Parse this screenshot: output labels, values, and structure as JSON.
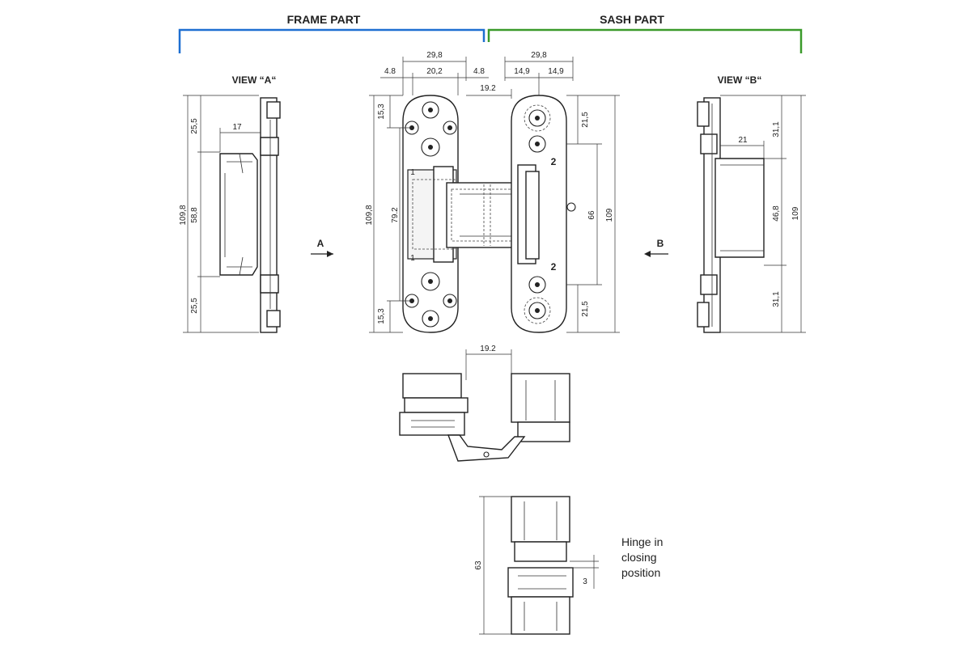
{
  "headers": {
    "frame_part": "FRAME PART",
    "sash_part": "SASH PART",
    "view_a": "VIEW “A“",
    "view_b": "VIEW “B“",
    "arrow_a": "A",
    "arrow_b": "B",
    "closing_note": [
      "Hinge in",
      "closing",
      "position"
    ]
  },
  "colors": {
    "frame_bracket": "#1e6fd1",
    "sash_bracket": "#3a9a2a"
  },
  "dims": {
    "va_25_5_top": "25,5",
    "va_17": "17",
    "va_109_8": "109,8",
    "va_58_8": "58,8",
    "va_25_5_bot": "25,5",
    "f_29_8": "29,8",
    "f_4_8_l": "4.8",
    "f_20_2": "20,2",
    "f_4_8_r": "4.8",
    "f_19_2": "19.2",
    "f_15_3_top": "15,3",
    "f_109_8": "109,8",
    "f_79_2": "79.2",
    "f_15_3_bot": "15,3",
    "s_29_8": "29,8",
    "s_14_9_l": "14,9",
    "s_14_9_r": "14,9",
    "s_21_5_top": "21,5",
    "s_66": "66",
    "s_109": "109",
    "s_21_5_bot": "21,5",
    "vb_21": "21",
    "vb_31_1_top": "31,1",
    "vb_46_8": "46,8",
    "vb_109": "109",
    "vb_31_1_bot": "31,1",
    "open_19_2": "19.2",
    "closed_63": "63",
    "closed_3": "3"
  },
  "plate_labels": {
    "frame_1_top": "1",
    "frame_1_bot": "1",
    "sash_2_top": "2",
    "sash_2_bot": "2"
  }
}
